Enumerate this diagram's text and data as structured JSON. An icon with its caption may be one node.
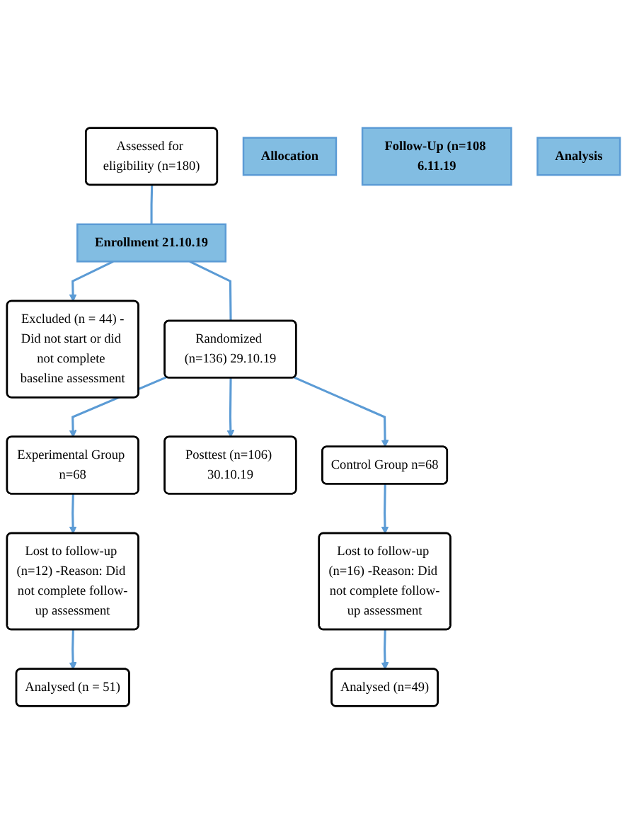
{
  "diagram": {
    "nodes": [
      {
        "text": [
          "Assessed for eligibility (n=180)"
        ]
      },
      {
        "text": [
          "Enrollment 21.10.19"
        ]
      },
      {
        "text": [
          "Excluded (n = 44) -Did not start or did not complete baseline assessment"
        ]
      },
      {
        "text": [
          "Randomized (n=136) 29.10.19"
        ]
      },
      {
        "text": [
          "Experimental Group n=68"
        ]
      },
      {
        "text": [
          "Control Group n=68"
        ]
      },
      {
        "text": [
          "Allocation"
        ]
      },
      {
        "text": [
          "Posttest (n=106) 30.10.19"
        ]
      },
      {
        "text": [
          "Lost to follow-up (n=12) -Reason: Did not complete follow-up assessment"
        ]
      },
      {
        "text": [
          "Lost to follow-up (n=16) -Reason: Did not complete follow-up assessment"
        ]
      },
      {
        "text": [
          "Follow-Up (n=108 6.11.19"
        ]
      },
      {
        "text": [
          "Analysed (n = 51)"
        ]
      },
      {
        "text": [
          "Analysed (n=49)"
        ]
      },
      {
        "text": [
          "Analysis"
        ]
      }
    ],
    "edges": [
      {
        "from": 0,
        "to": 1,
        "arrow": "none"
      },
      {
        "from": 1,
        "to": 2,
        "arrow": "to"
      },
      {
        "from": 1,
        "to": 3,
        "arrow": "none"
      },
      {
        "from": 3,
        "to": 4,
        "arrow": "to"
      },
      {
        "from": 3,
        "to": 7,
        "arrow": "to"
      },
      {
        "from": 3,
        "to": 5,
        "arrow": "to"
      },
      {
        "from": 4,
        "to": 8,
        "arrow": "to"
      },
      {
        "from": 5,
        "to": 9,
        "arrow": "to"
      },
      {
        "from": 8,
        "to": 11,
        "arrow": "to"
      },
      {
        "from": 9,
        "to": 12,
        "arrow": "to"
      }
    ]
  }
}
